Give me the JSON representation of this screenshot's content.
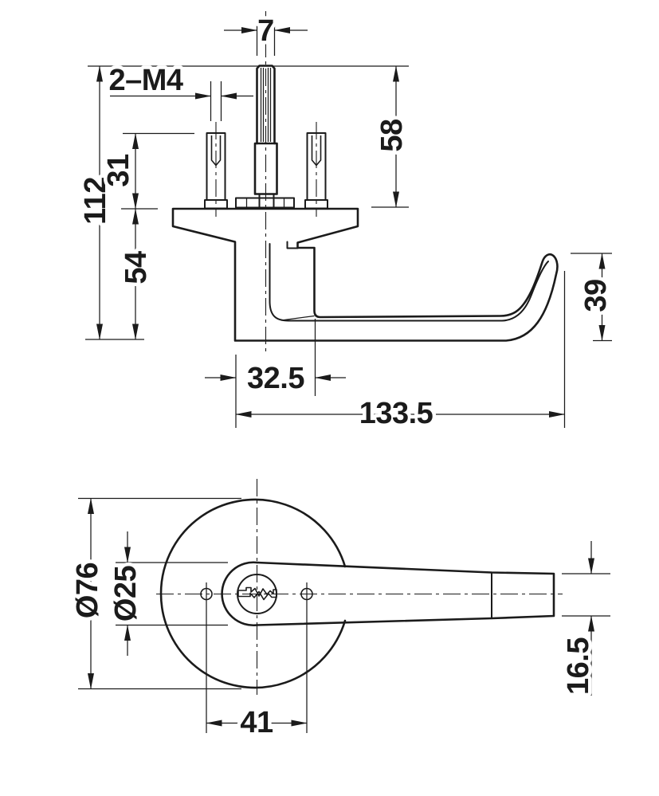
{
  "drawing": {
    "background": "#ffffff",
    "ink_color": "#1b1b1b",
    "side_view": {
      "dims": {
        "spindle_width": "7",
        "fixing_screws": "2–M4",
        "overall_height": "112",
        "screw_length": "31",
        "rose_to_grip": "54",
        "spindle_length": "58",
        "tip_rise": "39",
        "rose_depth": "32.5",
        "overall_projection": "133.5"
      }
    },
    "plan_view": {
      "dims": {
        "rose_diameter": "Ø76",
        "boss_diameter": "Ø25",
        "hole_spacing": "41",
        "lever_tip_width": "16.5"
      }
    }
  }
}
